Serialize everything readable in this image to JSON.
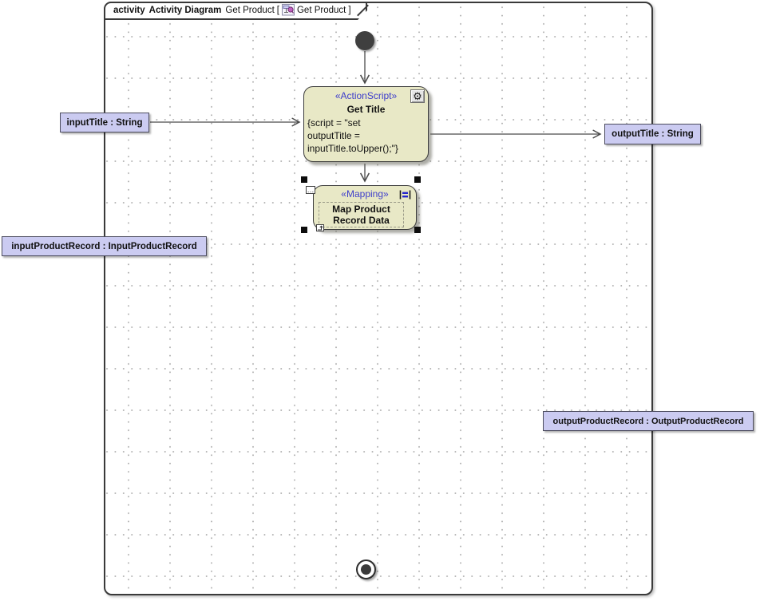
{
  "frame": {
    "keyword": "activity",
    "diagram_type": "Activity Diagram",
    "diagram_name": "Get Product",
    "open_bracket": "[",
    "context_name": "Get Product",
    "close_bracket": "]"
  },
  "action_script_node": {
    "stereotype": "«ActionScript»",
    "name": "Get Title",
    "script": "{script = \"set\noutputTitle =\ninputTitle.toUpper();\"}"
  },
  "mapping_node": {
    "stereotype": "«Mapping»",
    "name": "Map Product Record Data"
  },
  "parameters": {
    "input_title": "inputTitle : String",
    "output_title": "outputTitle : String",
    "input_product_record": "inputProductRecord : InputProductRecord",
    "output_product_record": "outputProductRecord : OutputProductRecord"
  },
  "icons": {
    "gear": "⚙",
    "ellipsis": "…"
  },
  "colors": {
    "node_fill": "#E8E8C6",
    "parameter_fill": "#CBCBF1",
    "stereotype_text": "#3D3DCB",
    "frame_border": "#3A3A3A",
    "edge": "#4A4A4A"
  }
}
